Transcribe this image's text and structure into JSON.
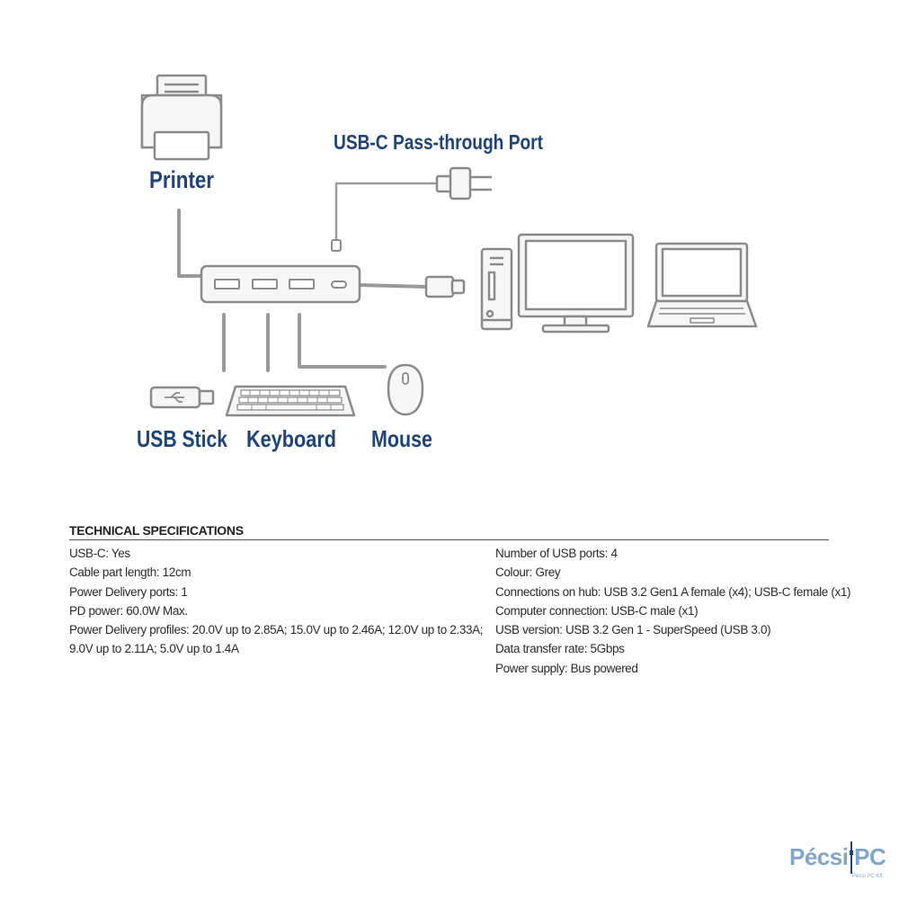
{
  "diagram": {
    "labels": {
      "printer": "Printer",
      "passthrough": "USB-C Pass-through Port",
      "usb_stick": "USB Stick",
      "keyboard": "Keyboard",
      "mouse": "Mouse"
    },
    "colors": {
      "label": "#1d4477",
      "line": "#9a9a9a",
      "device_fill": "#f6f6f6",
      "device_stroke": "#8a8a8a"
    }
  },
  "specs": {
    "title": "TECHNICAL SPECIFICATIONS",
    "left": [
      "USB-C: Yes",
      "Cable part length: 12cm",
      "Power Delivery ports: 1",
      "PD power: 60.0W Max.",
      "Power Delivery profiles:  20.0V up to 2.85A; 15.0V up to 2.46A; 12.0V up to 2.33A;",
      "9.0V up to 2.11A; 5.0V up to 1.4A"
    ],
    "right": [
      "Number of USB ports: 4",
      "Colour: Grey",
      "Connections on hub: USB 3.2 Gen1 A female (x4); USB-C female (x1)",
      "Computer connection: USB-C male (x1)",
      "USB version: USB 3.2 Gen 1 - SuperSpeed (USB 3.0)",
      "Data transfer rate: 5Gbps",
      "Power supply: Bus powered"
    ]
  },
  "logo": {
    "main": "Pécsi PC",
    "sub": "Pécsi PC Kft."
  }
}
